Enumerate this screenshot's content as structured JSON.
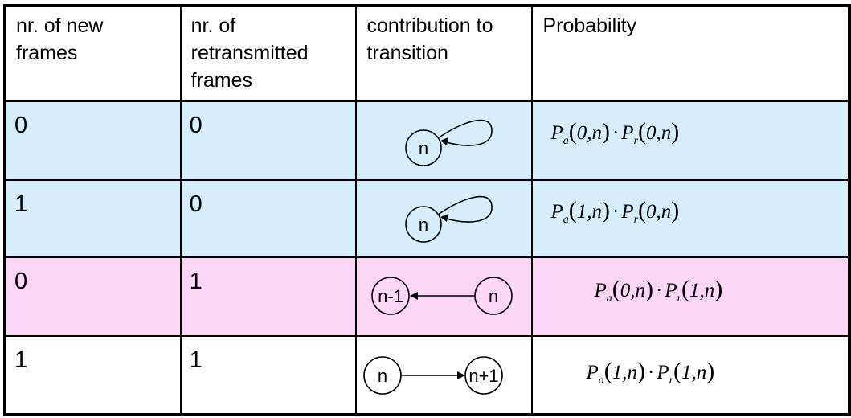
{
  "table": {
    "headers": [
      "nr. of new\nframes",
      "nr. of\nretransmitted\nframes",
      "contribution to\ntransition",
      "Probability"
    ],
    "rows": [
      {
        "new": "0",
        "retransmitted": "0",
        "diagram": {
          "kind": "self-loop",
          "node": "n"
        },
        "prob": {
          "a_sub": "a",
          "r_sub": "r",
          "a_arg1": "0",
          "r_arg1": "0",
          "arg2": "n"
        }
      },
      {
        "new": "1",
        "retransmitted": "0",
        "diagram": {
          "kind": "self-loop",
          "node": "n"
        },
        "prob": {
          "a_sub": "a",
          "r_sub": "r",
          "a_arg1": "1",
          "r_arg1": "0",
          "arg2": "n"
        }
      },
      {
        "new": "0",
        "retransmitted": "1",
        "diagram": {
          "kind": "left",
          "from": "n",
          "to": "n-1"
        },
        "prob": {
          "a_sub": "a",
          "r_sub": "r",
          "a_arg1": "0",
          "r_arg1": "1",
          "arg2": "n"
        }
      },
      {
        "new": "1",
        "retransmitted": "1",
        "diagram": {
          "kind": "right",
          "from": "n",
          "to": "n+1"
        },
        "prob": {
          "a_sub": "a",
          "r_sub": "r",
          "a_arg1": "1",
          "r_arg1": "1",
          "arg2": "n"
        }
      }
    ]
  }
}
